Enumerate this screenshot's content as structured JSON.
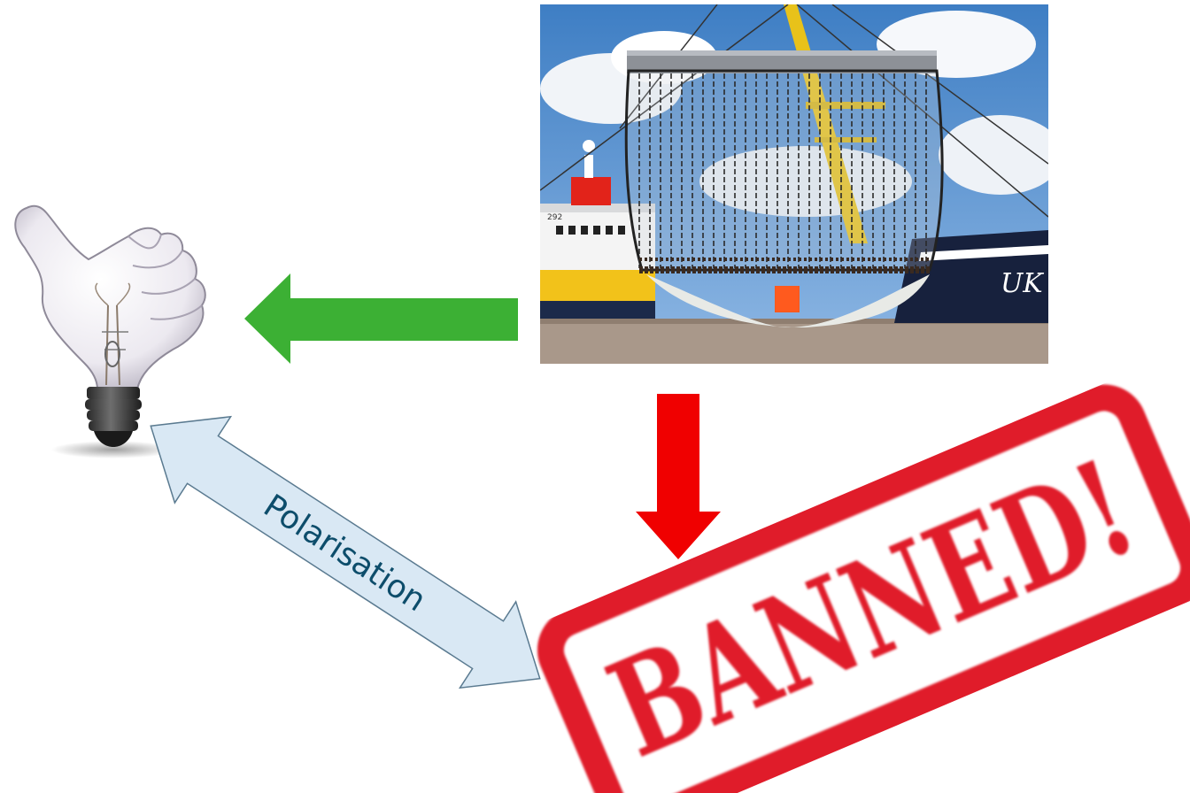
{
  "diagram": {
    "photo": {
      "boat_hull_text": "UK",
      "bow_number": "292"
    },
    "polarisation_arrow": {
      "label": "Polarisation"
    },
    "stamp": {
      "text": "BANNED!"
    }
  },
  "colors": {
    "green_arrow": "#3cb034",
    "red_arrow": "#f00000",
    "polarisation_arrow_fill": "#d9e8f4",
    "polarisation_arrow_stroke": "#5a7a90",
    "polarisation_text": "#0d4d6b",
    "stamp_red": "#e01e2b"
  }
}
